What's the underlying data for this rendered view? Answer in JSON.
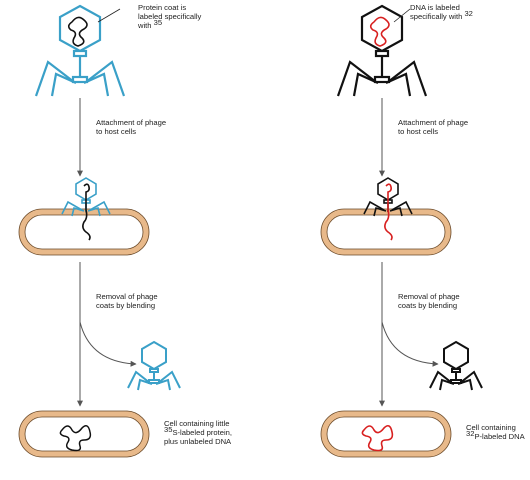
{
  "left_panel": {
    "top_label": [
      "Protein coat is",
      "labeled specifically",
      "with 35"
    ],
    "label_superscript": "35",
    "step1_label": [
      "Attachment of phage",
      "to host cells"
    ],
    "step2_label": [
      "Removal of phage",
      "coats by blending"
    ],
    "result_label": {
      "line1": "Cell containing little",
      "iso": "35",
      "line2": "S-labeled protein,",
      "line3": "plus unlabeled DNA"
    }
  },
  "right_panel": {
    "top_label": [
      "DNA is labeled",
      "specifically with 32"
    ],
    "label_superscript": "32",
    "step1_label": [
      "Attachment of phage",
      "to host cells"
    ],
    "step2_label": [
      "Removal of phage",
      "coats by blending"
    ],
    "result_label": {
      "line1": "Cell containing",
      "iso": "32",
      "line2": "P-labeled DNA"
    }
  },
  "colors": {
    "labeled_protein_coat": "#3aa0c8",
    "unlabeled": "#111111",
    "labeled_dna": "#d82020",
    "cell_wall": "#e8b98a",
    "cell_wall_outline": "#6a4a2a",
    "arrow": "#555555"
  }
}
